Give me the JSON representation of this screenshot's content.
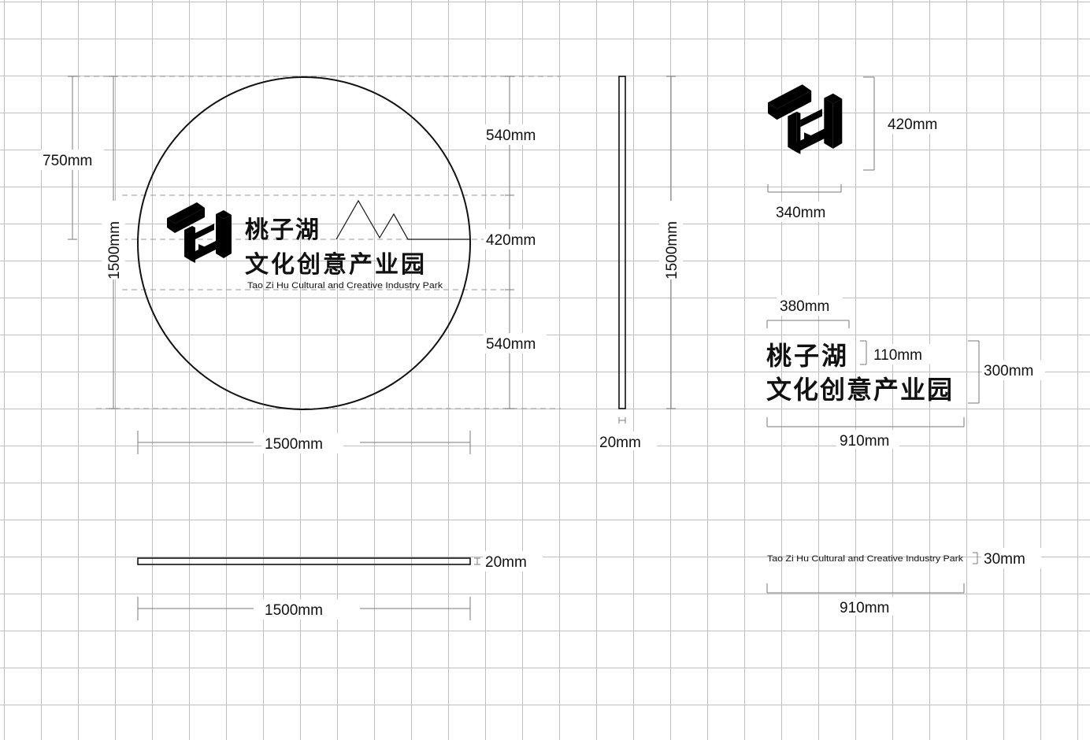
{
  "sign": {
    "name_line1": "桃子湖",
    "name_line2": "文化创意产业园",
    "english": "Tao Zi Hu Cultural and Creative Industry Park"
  },
  "dimensions": {
    "half_height": "750mm",
    "total_height": "1500mm",
    "top_band": "540mm",
    "logo_band": "420mm",
    "bottom_band": "540mm",
    "face_width": "1500mm",
    "side_height": "1500mm",
    "side_depth": "20mm",
    "top_depth": "20mm",
    "top_width": "1500mm",
    "logo_height": "420mm",
    "logo_width": "340mm",
    "char_width": "380mm",
    "char_height": "110mm",
    "text_block_height": "300mm",
    "text_block_width": "910mm",
    "english_height": "30mm",
    "english_width": "910mm"
  },
  "colors": {
    "line": "#111111",
    "grid": "#bfbfbf",
    "guide": "#999999"
  },
  "icons": {
    "logo": "isometric-ta-logo-icon",
    "mountain": "mountain-line-icon"
  }
}
